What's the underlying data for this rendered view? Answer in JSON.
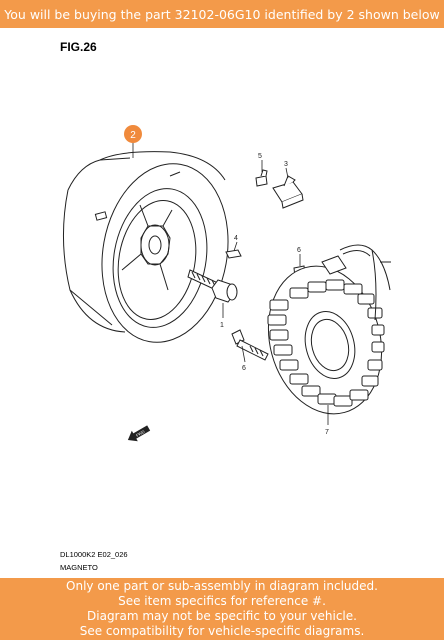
{
  "banner": {
    "top_text": "You will be buying the part 32102-06G10 identified by 2 shown below",
    "bottom_lines": [
      "Only one part or sub-assembly in diagram included.",
      "See item specifics for reference #.",
      "Diagram may not be specific to your vehicle.",
      "See compatibility for vehicle-specific diagrams."
    ]
  },
  "figure": {
    "title": "FIG.26",
    "code": "DL1000K2 E02_026",
    "name": "MAGNETO"
  },
  "callouts": {
    "highlighted": "2",
    "items": [
      "1",
      "3",
      "4",
      "5",
      "6",
      "6",
      "7"
    ]
  },
  "direction_marker": "FWD",
  "colors": {
    "banner": "#f39a4a",
    "highlight": "#f08a3c"
  }
}
